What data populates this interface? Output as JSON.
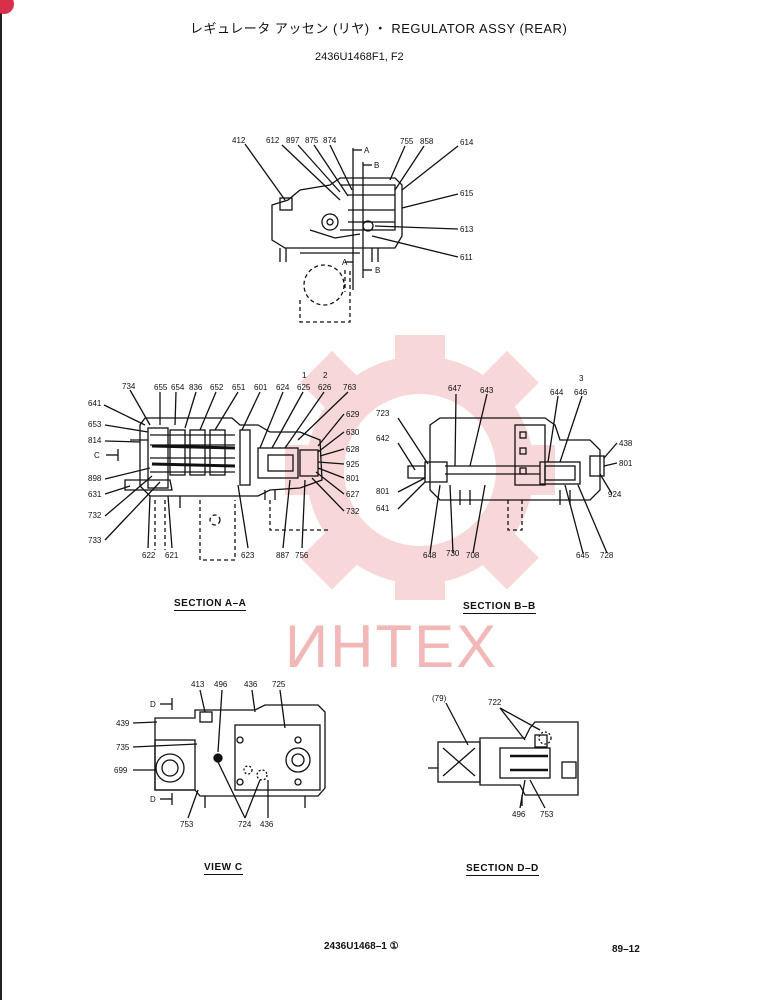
{
  "header": {
    "title": "レギュレータ アッセン (リヤ)  ・  REGULATOR ASSY (REAR)",
    "part_number": "2436U1468F1, F2"
  },
  "watermark": {
    "text": "ИНТЕХ",
    "color": "#f2b8b8"
  },
  "sections": {
    "a_a": "SECTION  A–A",
    "b_b": "SECTION  B–B",
    "view_c": "VIEW  C",
    "d_d": "SECTION  D–D"
  },
  "footer": {
    "drawing_number": "2436U1468–1 ①",
    "page": "89–12"
  },
  "labels": {
    "top": [
      "412",
      "612",
      "897",
      "875",
      "874",
      "755",
      "858",
      "614",
      "615",
      "613",
      "611"
    ],
    "top_markers": [
      "A",
      "B",
      "A",
      "B"
    ],
    "a_a": [
      "734",
      "655",
      "654",
      "836",
      "652",
      "651",
      "601",
      "624",
      "625",
      "626",
      "763",
      "1",
      "2",
      "641",
      "653",
      "814",
      "C",
      "898",
      "631",
      "732",
      "733",
      "622",
      "621",
      "623",
      "887",
      "756",
      "629",
      "630",
      "628",
      "925",
      "801",
      "627",
      "732"
    ],
    "b_b": [
      "647",
      "643",
      "3",
      "644",
      "646",
      "723",
      "642",
      "438",
      "801",
      "801",
      "641",
      "924",
      "648",
      "730",
      "708",
      "645",
      "728"
    ],
    "view_c": [
      "413",
      "496",
      "436",
      "725",
      "439",
      "735",
      "699",
      "D",
      "D",
      "753",
      "724",
      "436"
    ],
    "d_d": [
      "(79)",
      "722",
      "496",
      "753"
    ]
  }
}
